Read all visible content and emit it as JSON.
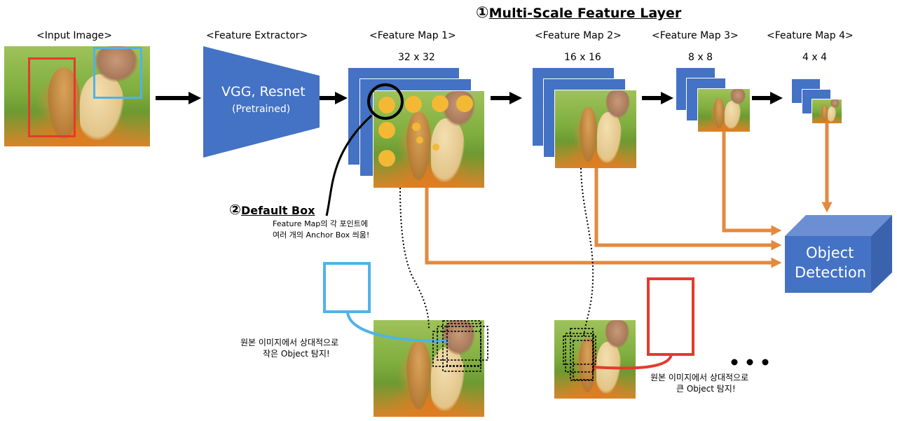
{
  "labels": {
    "input_image": "<Input Image>",
    "feature_extractor": "<Feature Extractor>",
    "feature_map_1": "<Feature Map 1>",
    "feature_map_2": "<Feature Map 2>",
    "feature_map_3": "<Feature Map 3>",
    "feature_map_4": "<Feature Map 4>"
  },
  "sizes": {
    "fm1": "32 x 32",
    "fm2": "16 x 16",
    "fm3": "8 x 8",
    "fm4": "4 x 4"
  },
  "extractor": {
    "name": "VGG, Resnet",
    "note": "(Pretrained)"
  },
  "title": {
    "number": "①",
    "text": "Multi-Scale Feature Layer"
  },
  "default_box": {
    "number": "②",
    "title": "Default Box",
    "desc_line1": "Feature Map의 각 포인트에",
    "desc_line2": "여러 개의 Anchor Box 씌움!"
  },
  "small_object": {
    "line1": "원본 이미지에서 상대적으로",
    "line2": "작은 Object 탐지!"
  },
  "large_object": {
    "line1": "원본 이미지에서 상대적으로",
    "line2": "큰 Object 탐지!"
  },
  "detection": {
    "line1": "Object",
    "line2": "Detection"
  },
  "colors": {
    "blue": "#4472c4",
    "orange": "#e38a3e",
    "red_box": "#e53a2b",
    "cyan_box": "#4fb3e8",
    "dot": "#f3b934"
  }
}
